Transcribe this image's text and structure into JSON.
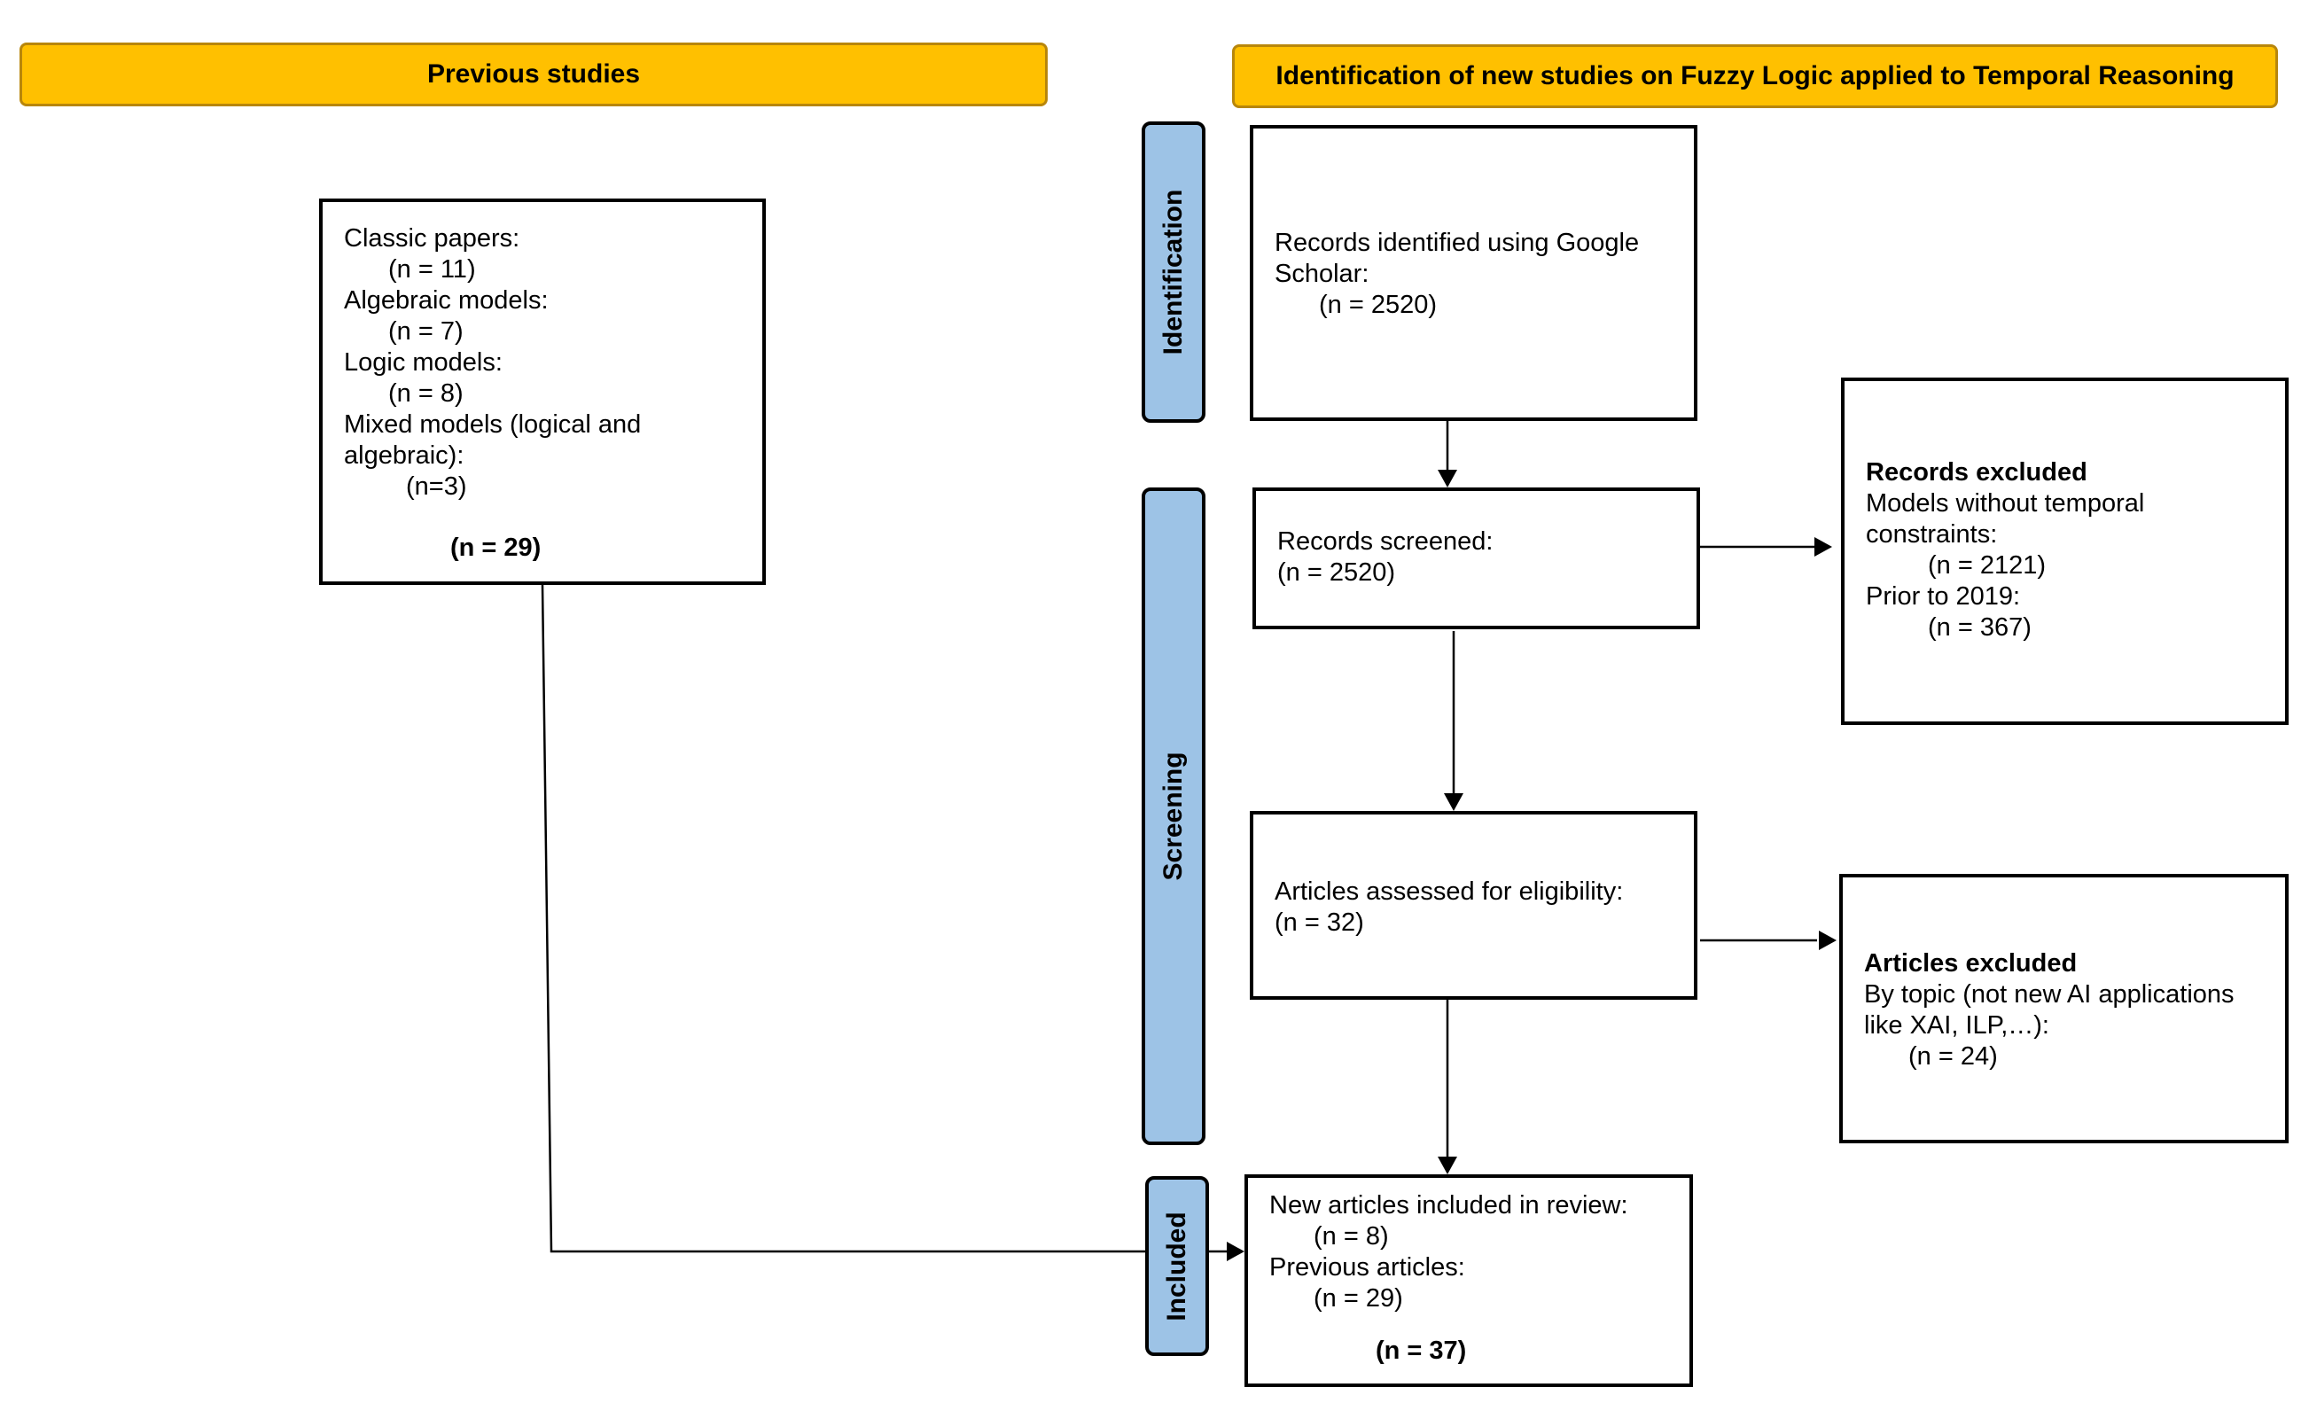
{
  "headers": {
    "previous": "Previous studies",
    "identification": "Identification of new studies on Fuzzy Logic applied to Temporal Reasoning"
  },
  "side_labels": {
    "identification": "Identification",
    "screening": "Screening",
    "included": "Included"
  },
  "previous_box": {
    "lines": [
      "Classic papers:",
      "(n = 11)",
      "Algebraic models:",
      "(n = 7)",
      "Logic models:",
      "(n = 8)",
      "Mixed models (logical and",
      "algebraic):",
      "(n=3)"
    ],
    "total": "(n = 29)"
  },
  "identified_box": {
    "lines": [
      "Records identified using Google",
      "Scholar:",
      "(n = 2520)"
    ]
  },
  "screened_box": {
    "lines": [
      "Records screened:",
      "(n = 2520)"
    ]
  },
  "records_excluded_box": {
    "title": "Records excluded",
    "lines": [
      "Models without temporal",
      "constraints:",
      "(n = 2121)",
      "Prior to 2019:",
      "(n = 367)"
    ]
  },
  "eligibility_box": {
    "lines": [
      "Articles assessed for eligibility:",
      "(n = 32)"
    ]
  },
  "articles_excluded_box": {
    "title": "Articles excluded",
    "lines": [
      "By topic (not new AI applications",
      "like XAI, ILP,…):",
      "(n = 24)"
    ]
  },
  "included_box": {
    "lines": [
      "New articles included in review:",
      "(n = 8)",
      "Previous articles:",
      "(n = 29)"
    ],
    "total": "(n = 37)"
  }
}
